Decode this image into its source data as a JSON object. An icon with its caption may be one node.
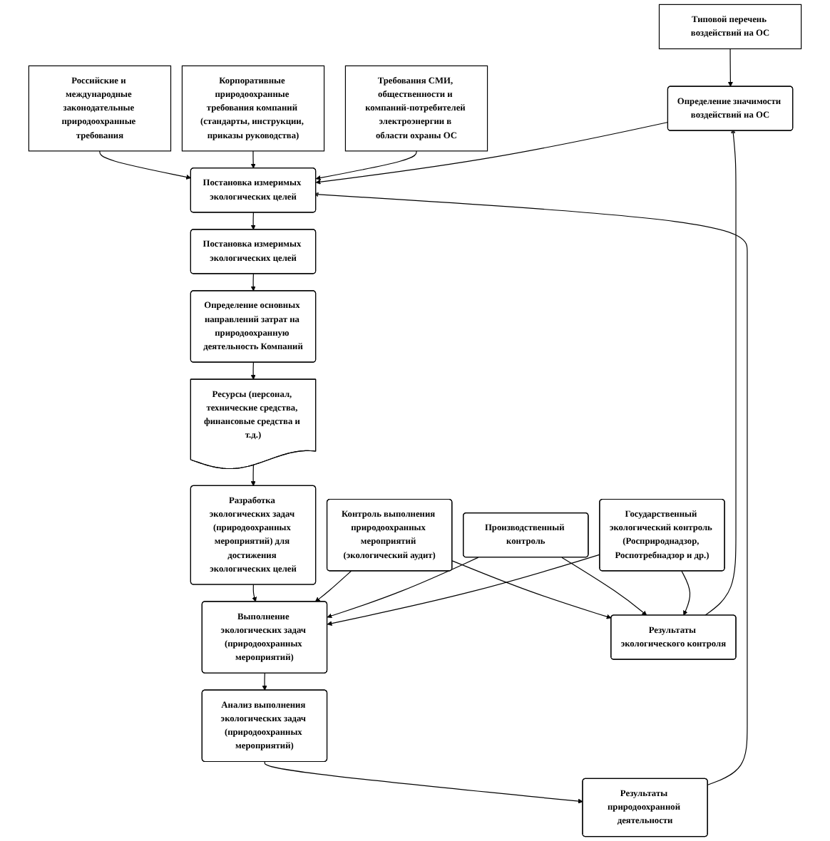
{
  "diagram": {
    "nodes": [
      {
        "text": [
          "Российские и международные законодательные природоохранные требования"
        ]
      },
      {
        "text": [
          "Корпоративные природоохранные требования компаний (стандарты, инструкции, приказы руководства)"
        ]
      },
      {
        "text": [
          "Требования СМИ, общественности и компаний-потребителей электроэнергии в области охраны ОС"
        ]
      },
      {
        "text": [
          "Типовой перечень воздействий на ОС"
        ]
      },
      {
        "text": [
          "Определение значимости воздействий на ОС"
        ]
      },
      {
        "text": [
          "Постановка измеримых экологических целей"
        ]
      },
      {
        "text": [
          "Постановка измеримых экологических целей"
        ]
      },
      {
        "text": [
          "Определение основных направлений затрат на природоохранную деятельность Компаний"
        ]
      },
      {
        "text": [
          "Разработка экологических задач (природоохранных мероприятий) для достижения экологических целей"
        ]
      },
      {
        "text": [
          "Ресурсы (персонал, технические средства, финансовые средства и т.д.)"
        ]
      },
      {
        "text": [
          "Выполнение экологических задач (природоохранных мероприятий)"
        ]
      },
      {
        "text": [
          "Контроль выполнения природоохранных мероприятий (экологический аудит)"
        ]
      },
      {
        "text": [
          "Производственный контроль"
        ]
      },
      {
        "text": [
          "Государственный экологический контроль (Росприроднадзор, Роспотребнадзор и др.)"
        ]
      },
      {
        "text": [
          "Результаты экологического контроля"
        ]
      },
      {
        "text": [
          "Анализ выполнения экологических задач (природоохранных мероприятий)"
        ]
      },
      {
        "text": [
          "Результаты природоохранной деятельности"
        ]
      }
    ],
    "edges": [
      {
        "from": 0,
        "to": 5,
        "arrow": "to"
      },
      {
        "from": 1,
        "to": 5,
        "arrow": "to"
      },
      {
        "from": 2,
        "to": 5,
        "arrow": "to"
      },
      {
        "from": 3,
        "to": 4,
        "arrow": "to"
      },
      {
        "from": 4,
        "to": 5,
        "arrow": "to"
      },
      {
        "from": 5,
        "to": 6,
        "arrow": "to"
      },
      {
        "from": 6,
        "to": 7,
        "arrow": "to"
      },
      {
        "from": 7,
        "to": 9,
        "arrow": "to"
      },
      {
        "from": 9,
        "to": 8,
        "arrow": "to"
      },
      {
        "from": 8,
        "to": 10,
        "arrow": "to"
      },
      {
        "from": 11,
        "to": 10,
        "arrow": "to"
      },
      {
        "from": 12,
        "to": 10,
        "arrow": "to"
      },
      {
        "from": 13,
        "to": 10,
        "arrow": "to"
      },
      {
        "from": 11,
        "to": 14,
        "arrow": "to"
      },
      {
        "from": 12,
        "to": 14,
        "arrow": "to"
      },
      {
        "from": 13,
        "to": 14,
        "arrow": "to"
      },
      {
        "from": 10,
        "to": 15,
        "arrow": "to"
      },
      {
        "from": 15,
        "to": 16,
        "arrow": "to"
      },
      {
        "from": 16,
        "to": 5,
        "arrow": "to"
      },
      {
        "from": 14,
        "to": 4,
        "arrow": "to"
      }
    ]
  }
}
